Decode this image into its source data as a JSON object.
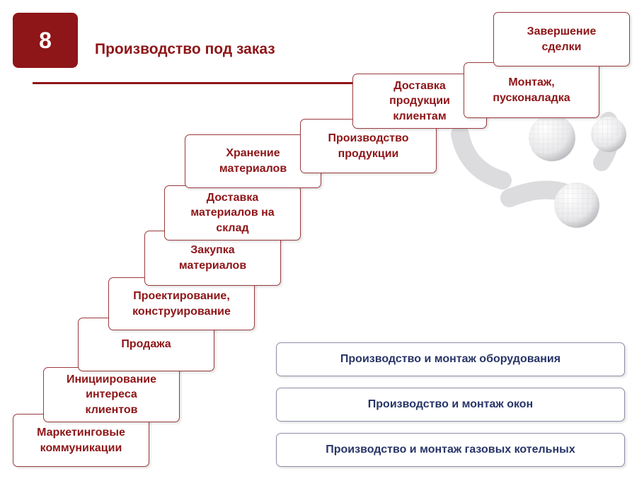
{
  "header": {
    "badge": "8",
    "title": "Производство под заказ"
  },
  "steps": [
    "Маркетинговые\nкоммуникации",
    "Инициирование\nинтереса\nклиентов",
    "Продажа",
    "Проектирование,\nконструирование",
    "Закупка\nматериалов",
    "Доставка\nматериалов на\nсклад",
    "Хранение\nматериалов",
    "Производство\nпродукции",
    "Доставка\nпродукции\nклиентам",
    "Монтаж,\nпусконаладка",
    "Завершение\nсделки"
  ],
  "categories": [
    "Производство и монтаж оборудования",
    "Производство и монтаж окон",
    "Производство и монтаж газовых котельных"
  ],
  "colors": {
    "accent": "#8e1518",
    "category_text": "#283567"
  }
}
